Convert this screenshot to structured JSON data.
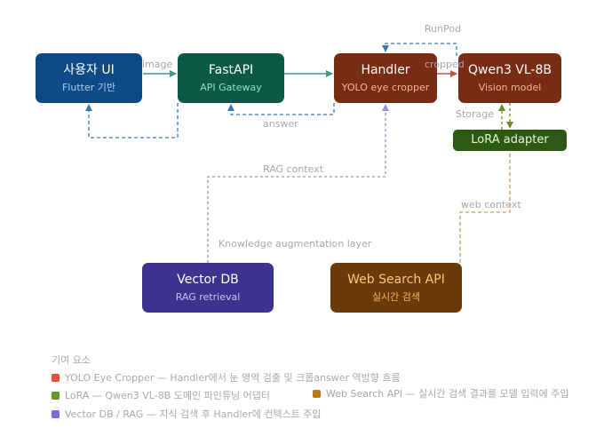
{
  "nodes": {
    "user_ui": {
      "title": "사용자 UI",
      "subtitle": "Flutter 기반"
    },
    "fastapi": {
      "title": "FastAPI",
      "subtitle": "API Gateway"
    },
    "handler": {
      "title": "Handler",
      "subtitle": "YOLO eye cropper"
    },
    "qwen": {
      "title": "Qwen3 VL-8B",
      "subtitle": "Vision model"
    },
    "lora": {
      "title": "LoRA adapter"
    },
    "vectordb": {
      "title": "Vector DB",
      "subtitle": "RAG retrieval"
    },
    "websearch": {
      "title": "Web Search API",
      "subtitle": "실시간 검색"
    }
  },
  "edge_labels": {
    "image": "image",
    "cropped": "cropped",
    "runpod": "RunPod",
    "answer": "answer",
    "storage": "Storage",
    "rag_context": "RAG context",
    "knowledge_layer": "Knowledge augmentation layer",
    "web_context": "web context"
  },
  "legend": {
    "title": "기여 요소",
    "items": [
      {
        "text": "YOLO Eye Cropper — Handler에서 눈 영역 검출 및 크롭answer 역방향 흐름",
        "color": "#e0533a"
      },
      {
        "text": "LoRA — Qwen3 VL-8B 도메인 파인튜닝 어댑터",
        "color": "#5e9a2c"
      },
      {
        "text": "Web Search API — 실시간 검색 결과를 모델 입력에 주입",
        "color": "#b8771f"
      },
      {
        "text": "Vector DB / RAG — 지식 검색 후 Handler에 컨텍스트 주입",
        "color": "#7b6fd6"
      }
    ]
  },
  "colors": {
    "user_ui": "#0e4a88",
    "fastapi": "#0c5a45",
    "handler": "#7a2b14",
    "qwen": "#7a2b14",
    "lora": "#2c5a12",
    "vectordb": "#3c3390",
    "websearch": "#6a3b08",
    "flow_teal": "#3a9a88",
    "flow_blue": "#3a78b0",
    "flow_olive": "#6f8a28",
    "flow_purple": "#9b8fe0",
    "flow_orange": "#d09a5a"
  }
}
